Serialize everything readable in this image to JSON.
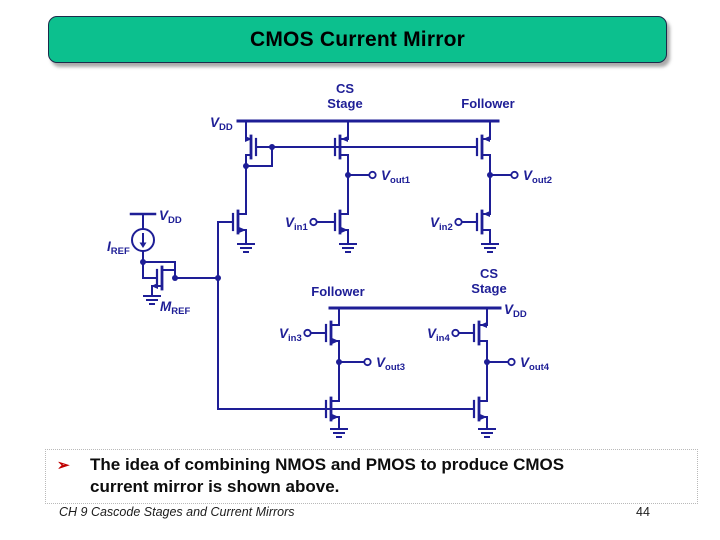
{
  "slide": {
    "title": "CMOS Current Mirror",
    "bullet": {
      "marker": "➢",
      "line1": "The idea of combining NMOS and PMOS to produce CMOS",
      "line2": "current mirror is shown above."
    },
    "footer": {
      "left": "CH 9  Cascode Stages and Current Mirrors",
      "page": "44"
    }
  },
  "colors": {
    "title_green": "#0cc08e",
    "circuit_navy": "#1e1e96",
    "bullet_red": "#c00000"
  },
  "circuit": {
    "stage_labels": {
      "cs_top_1": "CS",
      "cs_top_2": "Stage",
      "follower_top": "Follower",
      "follower_bottom": "Follower",
      "cs_bottom_1": "CS",
      "cs_bottom_2": "Stage"
    },
    "labels": {
      "vdd_top": {
        "main": "V",
        "sub": "DD"
      },
      "vdd_left": {
        "main": "V",
        "sub": "DD"
      },
      "vdd_bottom": {
        "main": "V",
        "sub": "DD"
      },
      "iref": {
        "main": "I",
        "sub": "REF"
      },
      "mref": {
        "main": "M",
        "sub": "REF"
      },
      "vout1": {
        "main": "V",
        "sub": "out1"
      },
      "vout2": {
        "main": "V",
        "sub": "out2"
      },
      "vout3": {
        "main": "V",
        "sub": "out3"
      },
      "vout4": {
        "main": "V",
        "sub": "out4"
      },
      "vin1": {
        "main": "V",
        "sub": "in1"
      },
      "vin2": {
        "main": "V",
        "sub": "in2"
      },
      "vin3": {
        "main": "V",
        "sub": "in3"
      },
      "vin4": {
        "main": "V",
        "sub": "in4"
      }
    }
  }
}
